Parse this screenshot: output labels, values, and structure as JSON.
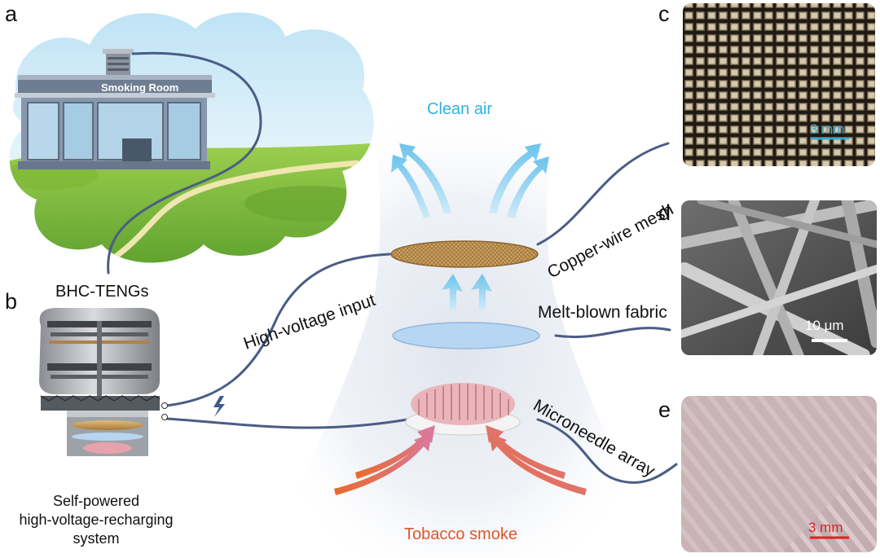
{
  "panels": {
    "a": "a",
    "b": "b",
    "c": "c",
    "d": "d",
    "e": "e"
  },
  "building": {
    "sign": "Smoking Room"
  },
  "teng": {
    "title": "BHC-TENGs",
    "caption_line1": "Self-powered",
    "caption_line2": "high-voltage-recharging",
    "caption_line3": "system"
  },
  "flow": {
    "clean_air": "Clean air",
    "tobacco_smoke": "Tobacco smoke",
    "high_voltage_input": "High-voltage input"
  },
  "components": {
    "copper_mesh": "Copper-wire mesh",
    "melt_blown": "Melt-blown fabric",
    "microneedle": "Microneedle array"
  },
  "scale_bars": {
    "c": "3 mm",
    "d": "10 μm",
    "e": "3 mm"
  },
  "colors": {
    "clean_air": "#2fb2e0",
    "tobacco_smoke": "#e0542a",
    "wire": "#4a5d85",
    "copper": "#c89a55",
    "fabric": "#a9cdee",
    "needles": "#d98e98",
    "scale_c": "#35a9d8",
    "scale_e": "#e02020"
  }
}
